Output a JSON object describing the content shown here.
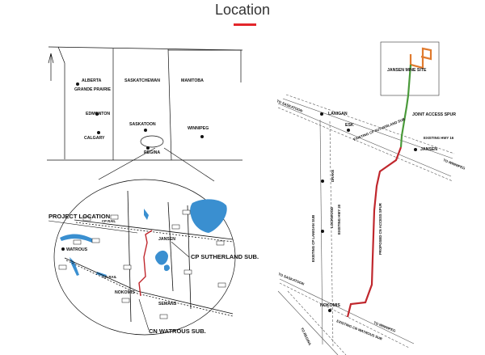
{
  "header": {
    "title": "Location",
    "accent_color": "#e3262b"
  },
  "left_map": {
    "north_label": "N",
    "provinces": [
      "ALBERTA",
      "SASKATCHEWAN",
      "MANITOBA"
    ],
    "cities": [
      "GRANDE PRAIRIE",
      "EDMONTON",
      "CALGARY",
      "SASKATOON",
      "REGINA",
      "WINNIPEG"
    ],
    "inset": {
      "project_location": "PROJECT LOCATION",
      "cp_rail": "CP RAIL",
      "cn_rail": "CN RAIL",
      "watrous": "WATROUS",
      "jansen": "JANSEN",
      "nokomis": "NOKOMIS",
      "semans": "SEMANS",
      "cp_sutherland_sub": "CP SUTHERLAND SUB.",
      "cn_watrous_sub": "CN WATROUS SUB."
    }
  },
  "right_map": {
    "jansen_mine_site": "JANSEN MINE SITE",
    "joint_access_spur": "JOINT ACCESS SPUR",
    "to_saskatoon": "TO SASKATOON",
    "to_winnipeg": "TO WINNIPEG",
    "to_regina": "TO REGINA",
    "lanigan": "LANIGAN",
    "esk": "ESK",
    "jansen": "JANSEN",
    "existing_cp_sutherland_sub": "EXISTING CP SUTHERLAND SUB",
    "existing_hwy_16": "EXISTING HWY 16",
    "drake": "DRAKE",
    "lockwood": "LOCKWOOD",
    "existing_hwy_20": "EXISTING HWY 20",
    "existing_cp_lanigan_sub": "EXISTING CP LANIGAN SUB",
    "proposed_cn_access_spur": "PROPOSED CN ACCESS SPUR",
    "nokomis": "NOKOMIS",
    "existing_cn_watrous_sub": "EXISTING CN WATROUS SUB"
  },
  "colors": {
    "orange_route": "#e07a2e",
    "green_route": "#4a9a3a",
    "red_route": "#c0272d",
    "water": "#3a8fd0"
  }
}
